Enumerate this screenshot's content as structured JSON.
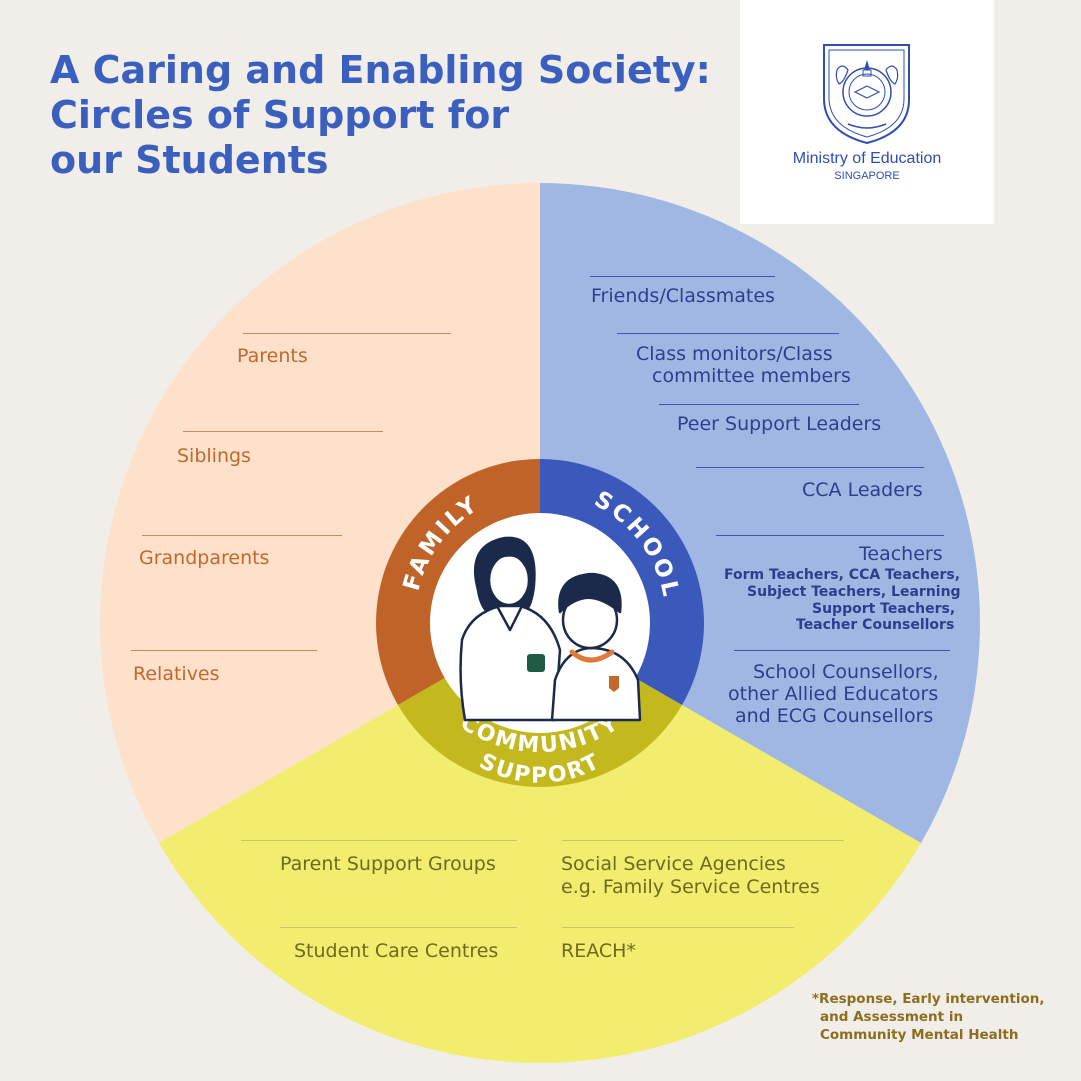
{
  "title": {
    "line1": "A Caring and Enabling Society:",
    "line2": "Circles of Support for",
    "line3": "our Students"
  },
  "logo": {
    "name": "Ministry of Education",
    "country": "SINGAPORE",
    "crest": "moe-crest-icon"
  },
  "rings": {
    "family": "FAMILY",
    "school": "SCHOOL",
    "community": "COMMUNITY SUPPORT",
    "community_line1": "COMMUNITY",
    "community_line2": "SUPPORT"
  },
  "family_items": [
    "Parents",
    "Siblings",
    "Grandparents",
    "Relatives"
  ],
  "school_items": {
    "friends": "Friends/Classmates",
    "monitors_l1": "Class monitors/Class",
    "monitors_l2": "committee members",
    "peer": "Peer Support Leaders",
    "cca": "CCA Leaders",
    "teachers": "Teachers",
    "teachers_sub1": "Form Teachers, CCA Teachers,",
    "teachers_sub2": "Subject Teachers, Learning",
    "teachers_sub3": "Support Teachers,",
    "teachers_sub4": "Teacher Counsellors",
    "counsellors_l1": "School Counsellors,",
    "counsellors_l2": "other Allied Educators",
    "counsellors_l3": "and ECG Counsellors"
  },
  "community_items": {
    "parent_groups": "Parent Support Groups",
    "ssa_l1": "Social Service Agencies",
    "ssa_l2": "e.g. Family Service Centres",
    "student_care": "Student Care Centres",
    "reach": "REACH*"
  },
  "footnote": {
    "l1": "*Response, Early intervention,",
    "l2": "and Assessment in",
    "l3": "Community Mental Health"
  },
  "colors": {
    "background": "#f1eeea",
    "family_outer": "#fde1cb",
    "school_outer": "#9fb7e2",
    "community_outer": "#f2ed6f",
    "family_ring": "#bf6328",
    "school_ring": "#3b58bb",
    "community_ring": "#c4b81f",
    "title": "#3a5fbf"
  }
}
